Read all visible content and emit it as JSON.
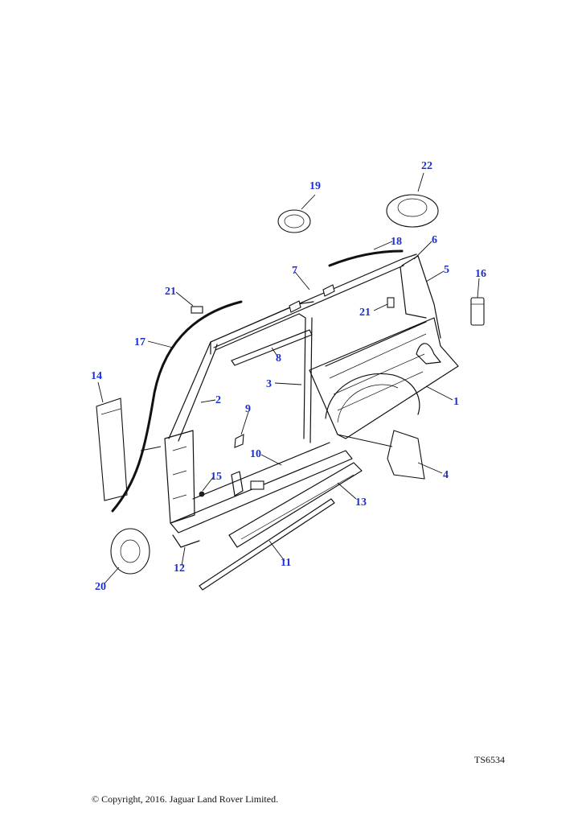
{
  "callouts": {
    "c1": "1",
    "c2": "2",
    "c3": "3",
    "c4": "4",
    "c5": "5",
    "c6": "6",
    "c7": "7",
    "c8": "8",
    "c9": "9",
    "c10": "10",
    "c11": "11",
    "c12": "12",
    "c13": "13",
    "c14": "14",
    "c15": "15",
    "c16": "16",
    "c17": "17",
    "c18": "18",
    "c19": "19",
    "c20": "20",
    "c21a": "21",
    "c21b": "21",
    "c22": "22"
  },
  "drawing_ref": "TS6534",
  "copyright": "© Copyright, 2016. Jaguar Land Rover Limited.",
  "colors": {
    "callout": "#1c2fcf",
    "line": "#111111"
  }
}
